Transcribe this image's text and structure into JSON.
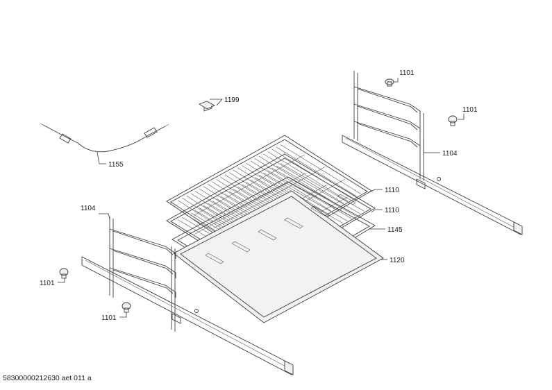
{
  "callouts": {
    "c1101_top": "1101",
    "c1101_right": "1101",
    "c1101_left": "1101",
    "c1101_bottom": "1101",
    "c1199": "1199",
    "c1155": "1155",
    "c1104_right": "1104",
    "c1104_left": "1104",
    "c1110_top": "1110",
    "c1110_mid": "1110",
    "c1145": "1145",
    "c1120": "1120"
  },
  "footer": {
    "doc_id": "58300000212630 aet 011 a"
  }
}
